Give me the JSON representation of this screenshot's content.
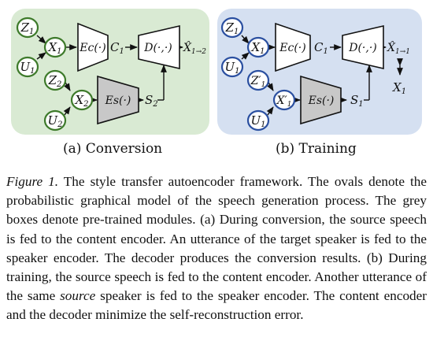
{
  "panel_a": {
    "caption": "(a) Conversion",
    "nodes": {
      "z1": "Z",
      "z1_sub": "1",
      "u1": "U",
      "u1_sub": "1",
      "x1": "X",
      "x1_sub": "1",
      "z2": "Z",
      "z2_sub": "2",
      "u2": "U",
      "u2_sub": "2",
      "x2": "X",
      "x2_sub": "2"
    },
    "modules": {
      "content_encoder": "Ec(·)",
      "decoder": "D(·,·)",
      "speaker_encoder": "Es(·)"
    },
    "signals": {
      "c1": "C",
      "c1_sub": "1",
      "s2": "S",
      "s2_sub": "2",
      "out": "X̂",
      "out_sub": "1→2"
    },
    "bg_color": "#d9ead3",
    "node_stroke": "#3d7a2a"
  },
  "panel_b": {
    "caption": "(b) Training",
    "nodes": {
      "z1": "Z",
      "z1_sub": "1",
      "u1": "U",
      "u1_sub": "1",
      "x1": "X",
      "x1_sub": "1",
      "z1p": "Z′",
      "z1p_sub": "1",
      "u1b": "U",
      "u1b_sub": "1",
      "x1p": "X′",
      "x1p_sub": "1"
    },
    "modules": {
      "content_encoder": "Ec(·)",
      "decoder": "D(·,·)",
      "speaker_encoder": "Es(·)"
    },
    "signals": {
      "c1": "C",
      "c1_sub": "1",
      "s1": "S",
      "s1_sub": "1",
      "out": "X̂",
      "out_sub": "1→1",
      "target": "X",
      "target_sub": "1"
    },
    "bg_color": "#d5e0f1",
    "node_stroke": "#2a4fa0"
  },
  "caption": {
    "label": "Figure 1.",
    "text_1": " The style transfer autoencoder framework. The ovals denote the probabilistic graphical model of the speech generation process. The grey boxes denote pre-trained modules. (a) During conversion, the source speech is fed to the content encoder. An utterance of the target speaker is fed to the speaker encoder. The decoder produces the conversion results. (b) During training, the source speech is fed to the content encoder. Another utterance of the same ",
    "emph": "source",
    "text_2": " speaker is fed to the speaker encoder. The content encoder and the decoder minimize the self-reconstruction error."
  }
}
